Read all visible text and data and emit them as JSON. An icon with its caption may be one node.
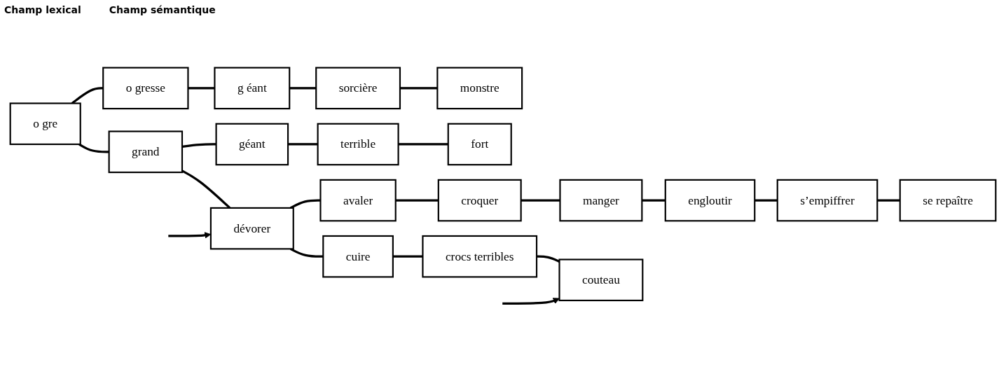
{
  "diagram": {
    "nodes": [
      {
        "text": [
          "o gre"
        ]
      },
      {
        "text": [
          "grand"
        ]
      },
      {
        "text": [
          "dévorer"
        ]
      },
      {
        "text": [
          "cuire"
        ]
      },
      {
        "text": [
          "crocs terribles"
        ]
      },
      {
        "text": [
          "couteau"
        ]
      },
      {
        "text": [
          "o gresse"
        ]
      },
      {
        "text": [
          "g éant"
        ]
      },
      {
        "text": [
          "sorcière"
        ]
      },
      {
        "text": [
          "monstre"
        ]
      },
      {
        "text": [
          "géant"
        ]
      },
      {
        "text": [
          "terrible"
        ]
      },
      {
        "text": [
          "fort"
        ]
      },
      {
        "text": [
          "avaler"
        ]
      },
      {
        "text": [
          "croquer"
        ]
      },
      {
        "text": [
          "manger"
        ]
      },
      {
        "text": [
          "engloutir"
        ]
      },
      {
        "text": [
          "s’empiffrer"
        ]
      },
      {
        "text": [
          "se repaître"
        ]
      }
    ],
    "edges": [
      {
        "from": 0,
        "to": 1,
        "arrow": "none"
      },
      {
        "from": 1,
        "to": 2,
        "arrow": "none"
      },
      {
        "from": 2,
        "to": 3,
        "arrow": "none"
      },
      {
        "from": 3,
        "to": 4,
        "arrow": "none"
      },
      {
        "from": 4,
        "to": 5,
        "arrow": "none"
      },
      {
        "from": 0,
        "to": 6,
        "arrow": "none"
      },
      {
        "from": 6,
        "to": 7,
        "arrow": "none"
      },
      {
        "from": 7,
        "to": 8,
        "arrow": "none"
      },
      {
        "from": 8,
        "to": 9,
        "arrow": "none"
      },
      {
        "from": 1,
        "to": 10,
        "arrow": "none"
      },
      {
        "from": 10,
        "to": 11,
        "arrow": "none"
      },
      {
        "from": 11,
        "to": 12,
        "arrow": "none"
      },
      {
        "from": 2,
        "to": 13,
        "arrow": "none"
      },
      {
        "from": 13,
        "to": 14,
        "arrow": "none"
      },
      {
        "from": 14,
        "to": 15,
        "arrow": "none"
      },
      {
        "from": 15,
        "to": 16,
        "arrow": "none"
      },
      {
        "from": 16,
        "to": 17,
        "arrow": "none"
      },
      {
        "from": 17,
        "to": 18,
        "arrow": "none"
      },
      {
        "from": null,
        "to": 2,
        "arrow": "to"
      },
      {
        "from": null,
        "to": 5,
        "arrow": "to"
      }
    ],
    "labels": [
      "Champ lexical",
      "Champ sémantique"
    ]
  }
}
